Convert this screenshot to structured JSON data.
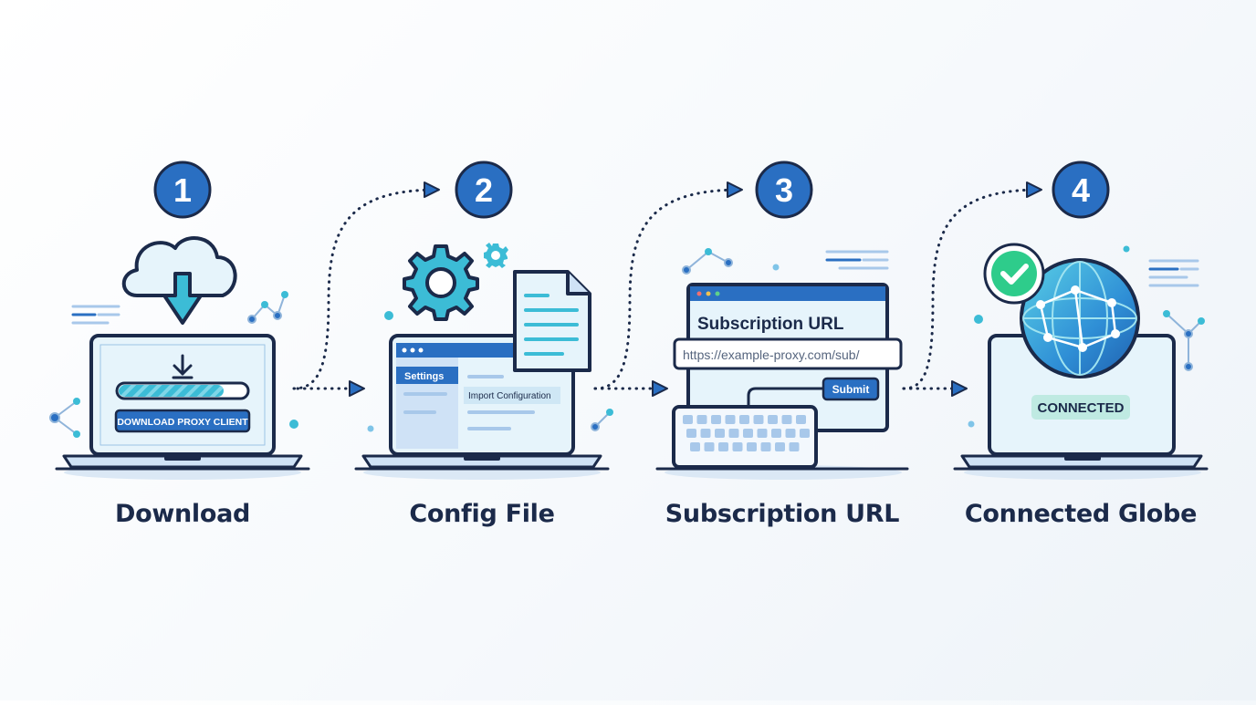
{
  "steps": [
    {
      "number": "1",
      "title": "Download",
      "progress": 0.82,
      "button_label": "DOWNLOAD PROXY CLIENT"
    },
    {
      "number": "2",
      "title": "Config File",
      "settings_label": "Settings",
      "import_label": "Import Configuration"
    },
    {
      "number": "3",
      "title": "Subscription URL",
      "panel_title": "Subscription URL",
      "url_value": "https://example-proxy.com/sub/",
      "submit_label": "Submit"
    },
    {
      "number": "4",
      "title": "Connected Globe",
      "status_label": "CONNECTED"
    }
  ],
  "colors": {
    "navy": "#1b2a4a",
    "primary": "#2a6fc2",
    "accent": "#3cbcd6",
    "screen": "#e6f4fb",
    "success": "#2ecc8b"
  },
  "icons": [
    "cloud-download-icon",
    "download-arrow-icon",
    "gear-icon",
    "document-icon",
    "keyboard-icon",
    "globe-icon",
    "check-icon",
    "node-icon"
  ]
}
